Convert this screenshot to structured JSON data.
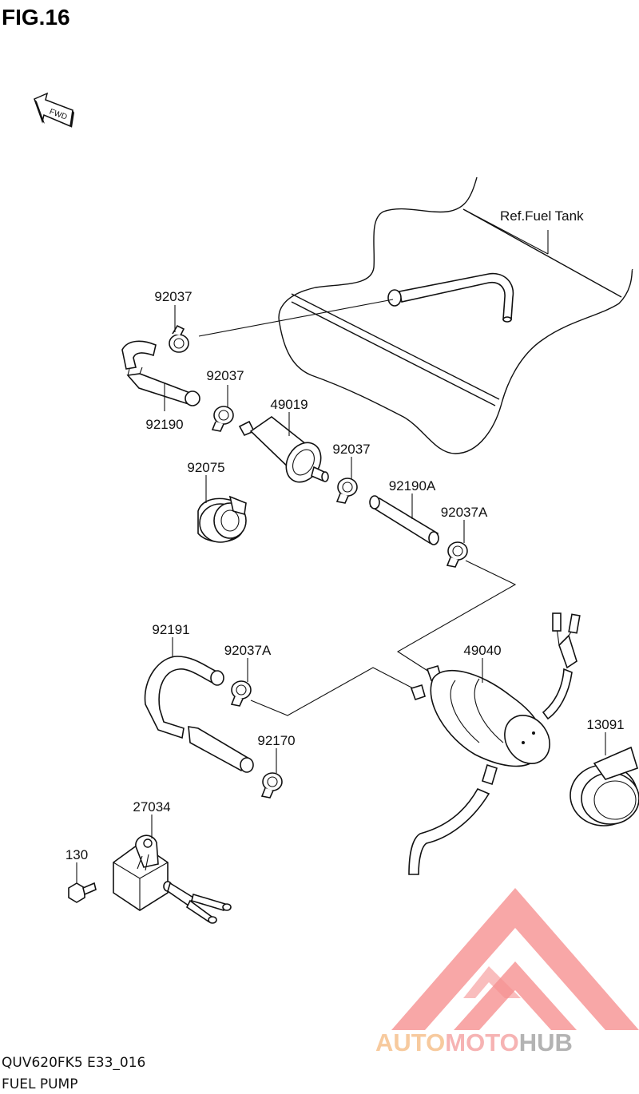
{
  "figure": {
    "title": "FIG.16"
  },
  "fwd_label": "FWD",
  "ref_label": "Ref.Fuel Tank",
  "callouts": {
    "c92037_a": "92037",
    "c92037_b": "92037",
    "c92190": "92190",
    "c49019": "49019",
    "c92037_c": "92037",
    "c92075": "92075",
    "c92190A": "92190A",
    "c92037A_a": "92037A",
    "c92191": "92191",
    "c92037A_b": "92037A",
    "c49040": "49040",
    "c13091": "13091",
    "c92170": "92170",
    "c27034": "27034",
    "c130": "130"
  },
  "footer": {
    "code": "QUV620FK5 E33_016",
    "name": "FUEL PUMP"
  },
  "watermark": {
    "parts": [
      "AUTO",
      "MOTO",
      "HUB"
    ],
    "colors": {
      "auto": "#f5b97e",
      "moto": "#f39a9a",
      "hub": "#9a9a9a",
      "logo": "#f26c6c"
    }
  }
}
